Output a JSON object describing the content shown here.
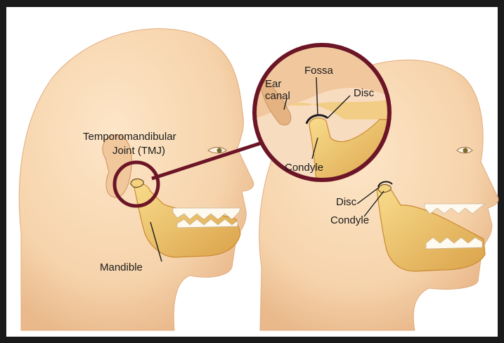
{
  "labels": {
    "tmj_line1": "Temporomandibular",
    "tmj_line2": "Joint (TMJ)",
    "mandible": "Mandible",
    "fossa": "Fossa",
    "ear_line1": "Ear",
    "ear_line2": "canal",
    "disc_zoom": "Disc",
    "condyle_zoom": "Condyle",
    "disc_right": "Disc",
    "condyle_right": "Condyle"
  },
  "colors": {
    "skin": "#f7d7b0",
    "skin_shadow": "#e8b888",
    "bone": "#f2c96a",
    "bone_dark": "#d99a34",
    "circle_outline": "#6b1526",
    "frame": "#1a1a1a",
    "teeth": "#fffaf0"
  }
}
